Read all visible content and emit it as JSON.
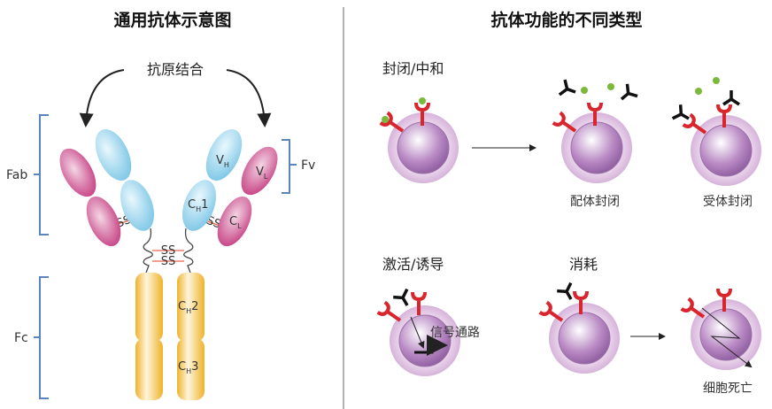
{
  "left": {
    "title": "通用抗体示意图",
    "antigen_binding": "抗原结合",
    "fab": "Fab",
    "fc": "Fc",
    "fv": "Fv",
    "domains": {
      "vh": "V",
      "vh_sub": "H",
      "vl": "V",
      "vl_sub": "L",
      "ch1": "C",
      "ch1_sub": "H",
      "ch1_num": "1",
      "cl": "C",
      "cl_sub": "L",
      "ch2": "C",
      "ch2_sub": "H",
      "ch2_num": "2",
      "ch3": "C",
      "ch3_sub": "H",
      "ch3_num": "3"
    },
    "disulfide": "SS"
  },
  "right": {
    "title": "抗体功能的不同类型",
    "block_neutralize": "封闭/中和",
    "ligand_block": "配体封闭",
    "receptor_block": "受体封闭",
    "activate_induce": "激活/诱导",
    "signal_pathway": "信号通路",
    "depletion": "消耗",
    "cell_death": "细胞死亡"
  },
  "colors": {
    "heavy": "#8fd0ea",
    "light": "#c8417f",
    "fc": "#f2bb3a",
    "receptor": "#d9262e",
    "ligand": "#7ab93a",
    "cell": "#d9b8dc",
    "bracket": "#5a83c0"
  }
}
